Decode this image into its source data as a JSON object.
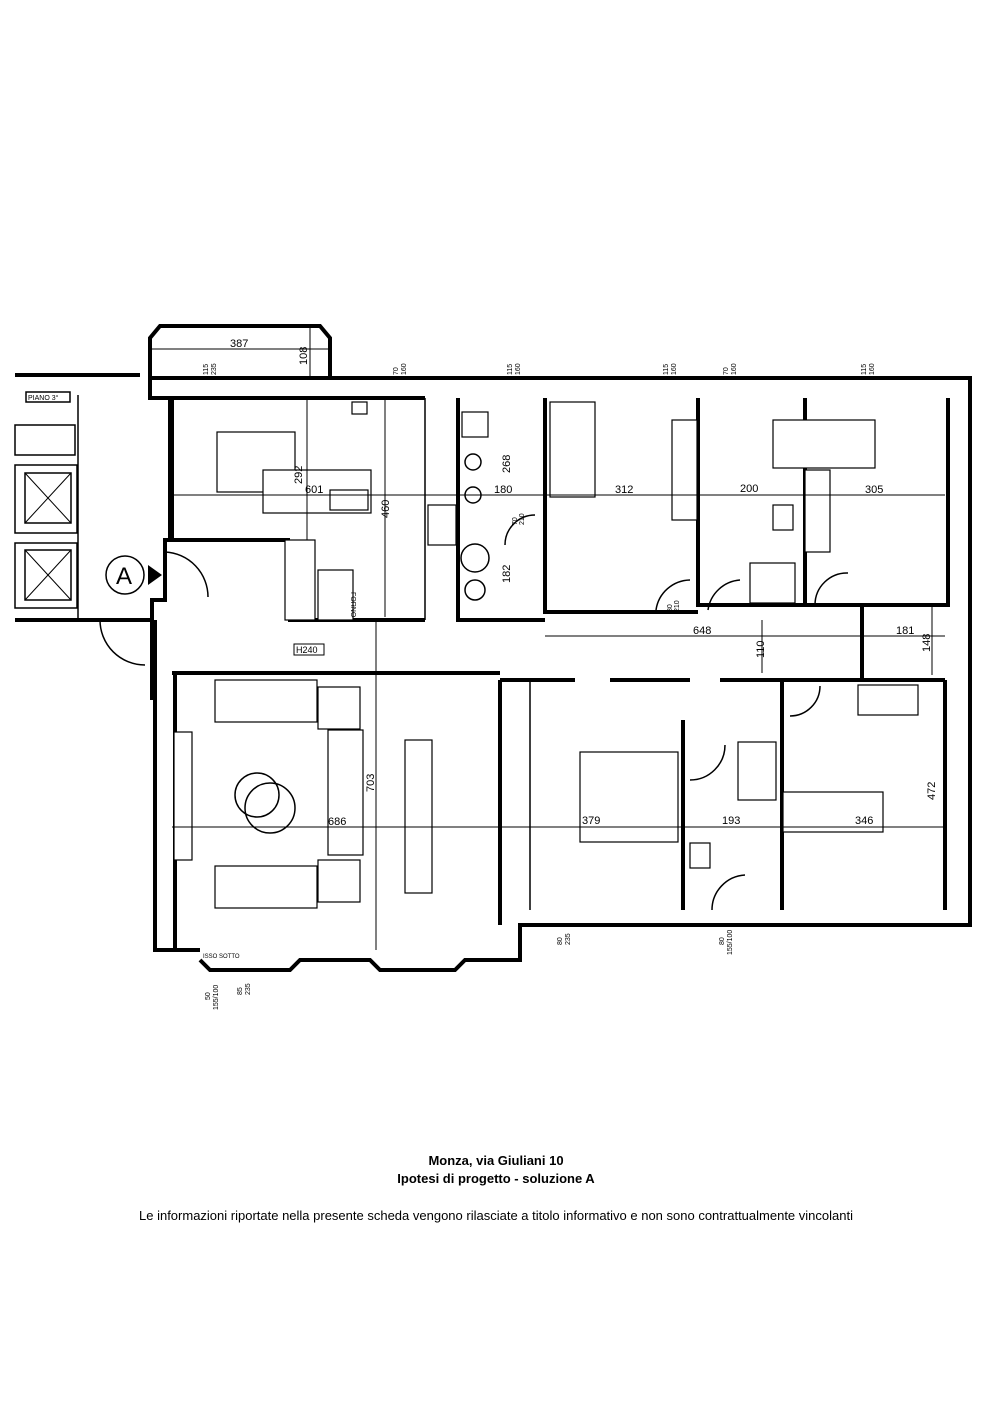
{
  "plan": {
    "labels": {
      "floor": "PIANO 3°",
      "entrance": "A",
      "height": "H240",
      "oven": "FORNO",
      "under_window": "ISSO SOTTO"
    },
    "dimensions": {
      "balcony_width": "387",
      "balcony_depth": "108",
      "kitchen_table": "292",
      "kitchen_width": "601",
      "kitchen_depth": "460",
      "pantry_depth": "268",
      "pantry_width": "180",
      "closet_depth": "182",
      "bedroom1_width": "312",
      "bath1_width": "200",
      "bedroom2_width": "305",
      "corridor_length": "648",
      "corridor_width": "110",
      "hall_width": "181",
      "hall_depth": "148",
      "living_depth": "703",
      "living_width": "686",
      "master_width": "379",
      "bath2_width": "193",
      "bedroom3_width": "346",
      "bedroom3_depth": "472"
    },
    "windows": {
      "w115_235": [
        "115",
        "235"
      ],
      "w70_160": [
        "70",
        "160"
      ],
      "w115_160": [
        "115",
        "160"
      ],
      "w80_235": [
        "80",
        "235"
      ],
      "w80_155_100": [
        "80",
        "155/100"
      ],
      "w50_155_100": [
        "50",
        "155/100"
      ],
      "w85_235": [
        "85",
        "235"
      ]
    },
    "doors": {
      "d70_210": [
        "70",
        "210"
      ],
      "d80_210": [
        "80",
        "210"
      ]
    }
  },
  "footer": {
    "address": "Monza, via Giuliani 10",
    "subtitle": "Ipotesi di progetto - soluzione A",
    "disclaimer": "Le informazioni riportate nella presente scheda vengono rilasciate a titolo informativo e non sono contrattualmente vincolanti"
  }
}
